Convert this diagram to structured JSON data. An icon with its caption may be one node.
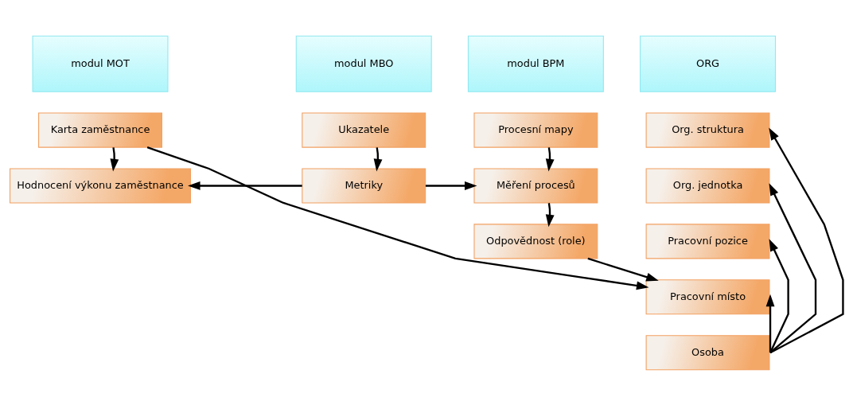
{
  "diagram": {
    "nodes": [
      {
        "text": [
          "modul MOT"
        ]
      },
      {
        "text": [
          "modul MBO"
        ]
      },
      {
        "text": [
          "modul BPM"
        ]
      },
      {
        "text": [
          "ORG"
        ]
      },
      {
        "text": [
          "Karta zaměstnance"
        ]
      },
      {
        "text": [
          "Hodnocení výkonu zaměstnance"
        ]
      },
      {
        "text": [
          "Ukazatele"
        ]
      },
      {
        "text": [
          "Metriky"
        ]
      },
      {
        "text": [
          "Procesní mapy"
        ]
      },
      {
        "text": [
          "Měření procesů"
        ]
      },
      {
        "text": [
          "Odpovědnost (role)"
        ]
      },
      {
        "text": [
          "Org. struktura"
        ]
      },
      {
        "text": [
          "Org. jednotka"
        ]
      },
      {
        "text": [
          "Pracovní pozice"
        ]
      },
      {
        "text": [
          "Pracovní místo"
        ]
      },
      {
        "text": [
          "Osoba"
        ]
      }
    ],
    "edges": [
      {
        "from": 4,
        "to": 5,
        "arrow": "to"
      },
      {
        "from": 4,
        "to": 14,
        "arrow": "to"
      },
      {
        "from": 7,
        "to": 5,
        "arrow": "to"
      },
      {
        "from": 6,
        "to": 7,
        "arrow": "to"
      },
      {
        "from": 7,
        "to": 9,
        "arrow": "to"
      },
      {
        "from": 8,
        "to": 9,
        "arrow": "to"
      },
      {
        "from": 9,
        "to": 10,
        "arrow": "to"
      },
      {
        "from": 10,
        "to": 14,
        "arrow": "to"
      },
      {
        "from": 15,
        "to": 14,
        "arrow": "to"
      },
      {
        "from": 15,
        "to": 13,
        "arrow": "to"
      },
      {
        "from": 15,
        "to": 12,
        "arrow": "to"
      },
      {
        "from": 15,
        "to": 11,
        "arrow": "to"
      }
    ]
  }
}
